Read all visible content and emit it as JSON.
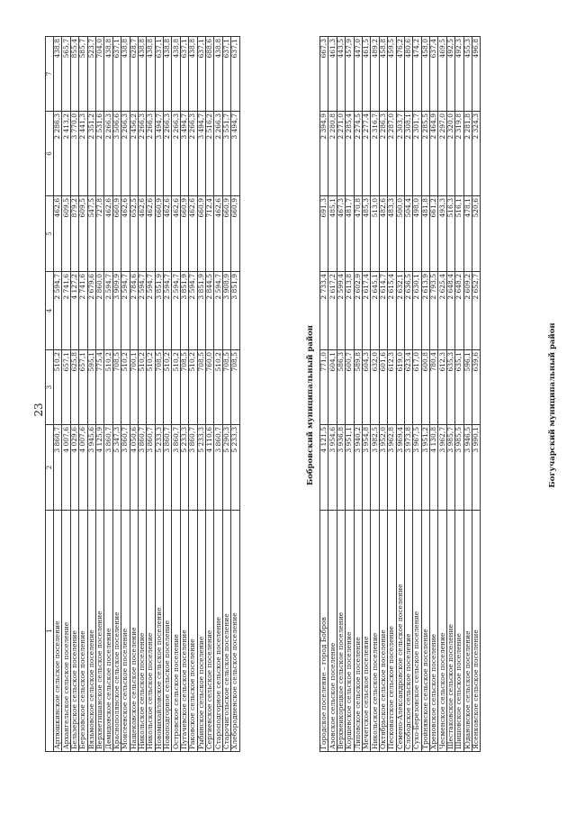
{
  "page_number": "23",
  "columns": [
    "1",
    "2",
    "3",
    "4",
    "5",
    "6",
    "7"
  ],
  "rows_top": [
    [
      "Артюшкинское сельское поселение",
      "3 860,7",
      "510,2",
      "2 594,7",
      "462,6",
      "2 286,3",
      "438,8"
    ],
    [
      "Архангельское сельское поселение",
      "4 007,6",
      "657,1",
      "2 741,6",
      "609,5",
      "2 413,2",
      "565,7"
    ],
    [
      "Бельзерское сельское поселение",
      "4 029,6",
      "625,8",
      "4 127,2",
      "879,2",
      "3 770,0",
      "855,4"
    ],
    [
      "Березовское сельское поселение",
      "4 007,6",
      "657,1",
      "2 741,6",
      "609,5",
      "2 441,3",
      "585,7"
    ],
    [
      "Вязьмовское сельское поселение",
      "3 945,6",
      "595,1",
      "2 679,6",
      "547,5",
      "2 351,2",
      "523,7"
    ],
    [
      "Верхнетишанское сельское поселение",
      "4 125,9",
      "775,4",
      "2 860,0",
      "727,8",
      "2 531,6",
      "704,0"
    ],
    [
      "Демидовское сельское поселение",
      "3 860,7",
      "510,2",
      "2 594,7",
      "462,6",
      "2 266,3",
      "438,8"
    ],
    [
      "Краснополянское сельское поселение",
      "5 347,3",
      "708,5",
      "3 909,9",
      "660,9",
      "3 506,6",
      "637,1"
    ],
    [
      "Моисеевское сельское поселение",
      "3 860,7",
      "510,2",
      "2 594,7",
      "462,6",
      "2 266,3",
      "438,8"
    ],
    [
      "Нащековское сельское поселение",
      "4 050,6",
      "700,1",
      "2 784,6",
      "652,5",
      "2 456,2",
      "628,7"
    ],
    [
      "Никольское сельское поселение",
      "3 860,7",
      "510,2",
      "2 594,7",
      "462,6",
      "2 266,3",
      "438,8"
    ],
    [
      "Никольское сельское поселение",
      "3 860,7",
      "510,2",
      "2 594,7",
      "462,6",
      "2 266,3",
      "438,8"
    ],
    [
      "Новомихайловское сельское поселение",
      "5 233,3",
      "708,5",
      "3 851,9",
      "660,9",
      "3 494,7",
      "637,1"
    ],
    [
      "Новоподгорное сельское поселение",
      "3 860,7",
      "510,2",
      "2 594,7",
      "462,6",
      "2 266,3",
      "438,8"
    ],
    [
      "Островское сельское поселение",
      "3 860,7",
      "510,2",
      "2 594,7",
      "462,6",
      "2 266,3",
      "438,8"
    ],
    [
      "Пугачевское сельское поселение",
      "5 233,3",
      "708,5",
      "3 851,9",
      "660,9",
      "3 494,7",
      "637,1"
    ],
    [
      "Раковское сельское поселение",
      "3 860,7",
      "510,2",
      "2 594,7",
      "462,6",
      "2 266,3",
      "438,8"
    ],
    [
      "Рыбинское сельское поселение",
      "5 233,3",
      "708,5",
      "3 851,9",
      "660,9",
      "3 494,7",
      "637,1"
    ],
    [
      "Сергиевское сельское поселение",
      "4 110,6",
      "760,0",
      "2 844,5",
      "712,4",
      "2 516,2",
      "688,6"
    ],
    [
      "Староподгорное сельское поселение",
      "3 860,7",
      "510,2",
      "2 594,7",
      "462,6",
      "2 266,3",
      "438,8"
    ],
    [
      "Старочигольское сельское поселение",
      "5 290,3",
      "708,5",
      "3 908,9",
      "660,9",
      "3 551,7",
      "637,1"
    ],
    [
      "Хлебородненское сельское поселение",
      "5 233,3",
      "708,5",
      "3 851,9",
      "660,9",
      "3 494,7",
      "637,1"
    ]
  ],
  "heading_1": "Бобровский муниципальный район",
  "rows_bottom": [
    [
      "Городское поселение – город Бобров",
      "4 121,5",
      "771,0",
      "2 733,4",
      "691,3",
      "2 394,9",
      "667,3"
    ],
    [
      "Азовское сельское поселение",
      "3 954,6",
      "604,1",
      "2 617,2",
      "485,1",
      "2 280,8",
      "461,3"
    ],
    [
      "Верхнеикорецкое сельское поселение",
      "3 936,8",
      "586,3",
      "2 599,4",
      "467,3",
      "2 271,0",
      "443,5"
    ],
    [
      "Коршевское сельское поселение",
      "3 951,1",
      "600,7",
      "2 613,8",
      "481,7",
      "2 285,4",
      "457,9"
    ],
    [
      "Липовское сельское поселение",
      "3 940,2",
      "589,8",
      "2 602,9",
      "470,8",
      "2 274,5",
      "447,0"
    ],
    [
      "Мечетское сельское поселение",
      "3 954,8",
      "604,3",
      "2 617,4",
      "485,3",
      "2 277,4",
      "461,5"
    ],
    [
      "Никольское сельское поселение",
      "3 982,5",
      "632,0",
      "2 645,1",
      "513,0",
      "2 316,7",
      "489,2"
    ],
    [
      "Октябрьское сельское поселение",
      "3 952,0",
      "601,6",
      "2 614,7",
      "482,6",
      "2 286,3",
      "458,8"
    ],
    [
      "Песковатское сельское поселение",
      "3 962,8",
      "612,3",
      "2 615,4",
      "483,3",
      "2 287,0",
      "459,5"
    ],
    [
      "Семено-Александровское сельское поселение",
      "3 969,4",
      "619,0",
      "2 632,1",
      "500,0",
      "2 303,7",
      "476,2"
    ],
    [
      "Слободское сельское поселение",
      "3 973,8",
      "623,4",
      "2 636,5",
      "504,4",
      "2 308,1",
      "480,6"
    ],
    [
      "Сухо-Березовское сельское поселение",
      "3 967,5",
      "617,0",
      "2 630,1",
      "498,0",
      "2 301,7",
      "474,2"
    ],
    [
      "Тройнянское сельское поселение",
      "3 951,2",
      "600,8",
      "2 613,9",
      "481,8",
      "2 285,5",
      "458,0"
    ],
    [
      "Хреновское сельское поселение",
      "4 130,8",
      "780,4",
      "2 793,5",
      "661,2",
      "2 464,9",
      "637,4"
    ],
    [
      "Чесменское сельское поселение",
      "3 962,7",
      "612,3",
      "2 625,4",
      "493,3",
      "2 297,0",
      "469,5"
    ],
    [
      "Шестаковское сельское поселение",
      "3 985,7",
      "635,3",
      "2 648,4",
      "516,3",
      "2 320,0",
      "492,5"
    ],
    [
      "Шишовское сельское поселение",
      "3 985,5",
      "635,1",
      "2 648,2",
      "516,1",
      "2 319,8",
      "492,3"
    ],
    [
      "Юдановское сельское поселение",
      "3 946,5",
      "596,1",
      "2 609,2",
      "478,1",
      "2 281,8",
      "455,3"
    ],
    [
      "Ясенковское сельское поселение",
      "3 990,1",
      "639,6",
      "2 652,7",
      "520,6",
      "2 324,3",
      "496,8"
    ]
  ],
  "heading_2": "Богучарский муниципальный район"
}
